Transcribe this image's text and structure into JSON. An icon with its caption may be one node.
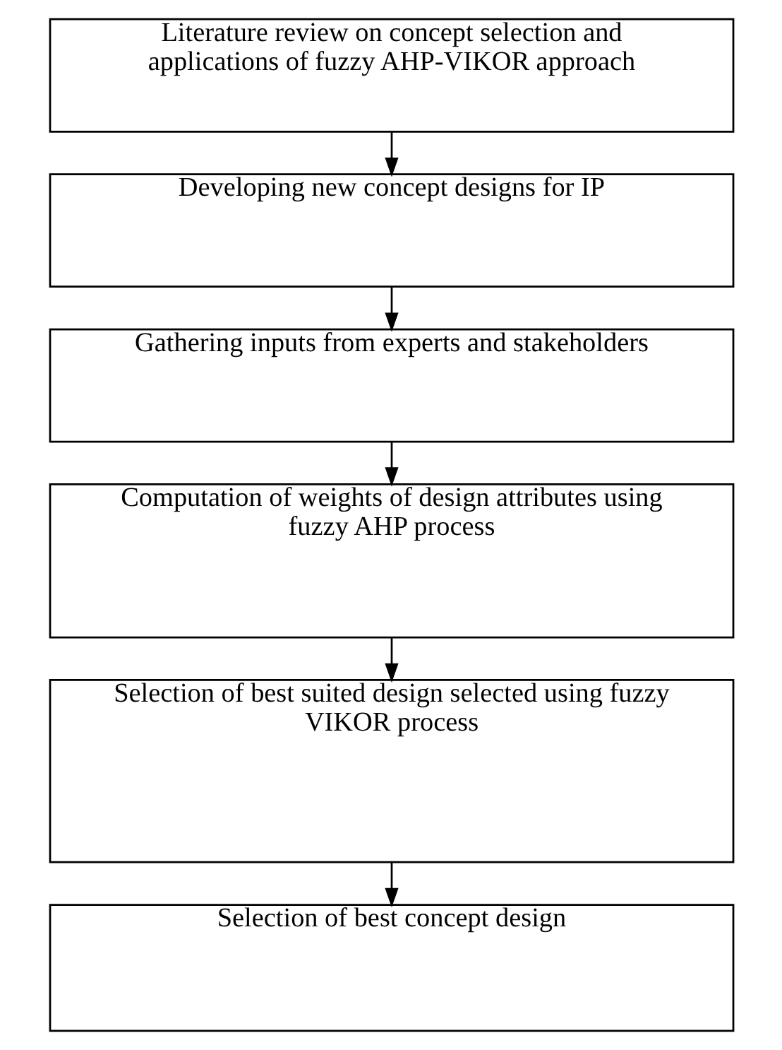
{
  "diagram": {
    "nodes": [
      {
        "text": [
          "Literature review on concept selection and applications of fuzzy AHP-VIKOR approach"
        ]
      },
      {
        "text": [
          "Developing new concept designs for IP"
        ]
      },
      {
        "text": [
          "Gathering inputs from experts and stakeholders"
        ]
      },
      {
        "text": [
          "Computation of weights of design attributes using fuzzy AHP process"
        ]
      },
      {
        "text": [
          "Selection of best suited design selected using fuzzy VIKOR process"
        ]
      },
      {
        "text": [
          "Selection of best concept design"
        ]
      }
    ],
    "edges": [
      {
        "from": 0,
        "to": 1,
        "arrow": "to"
      },
      {
        "from": 1,
        "to": 2,
        "arrow": "to"
      },
      {
        "from": 2,
        "to": 3,
        "arrow": "to"
      },
      {
        "from": 3,
        "to": 4,
        "arrow": "to"
      },
      {
        "from": 4,
        "to": 5,
        "arrow": "to"
      }
    ]
  }
}
